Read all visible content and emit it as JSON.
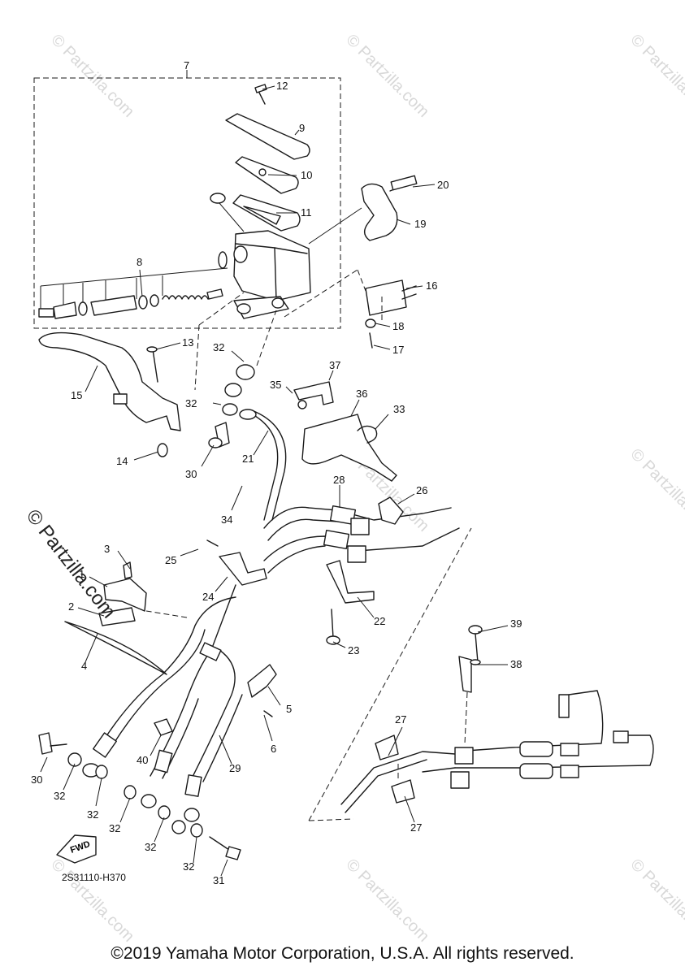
{
  "callouts": [
    "1",
    "2",
    "3",
    "4",
    "5",
    "6",
    "7",
    "8",
    "9",
    "10",
    "11",
    "12",
    "13",
    "14",
    "15",
    "16",
    "17",
    "18",
    "19",
    "20",
    "21",
    "22",
    "23",
    "24",
    "25",
    "26",
    "27",
    "28",
    "29",
    "30",
    "31",
    "32",
    "33",
    "34",
    "35",
    "36",
    "37",
    "38",
    "39",
    "40"
  ],
  "watermark": "© Partzilla.com",
  "fwd_label": "FWD",
  "diagram_code": "2S31110-H370",
  "copyright": "©2019 Yamaha Motor Corporation, U.S.A. All rights reserved."
}
